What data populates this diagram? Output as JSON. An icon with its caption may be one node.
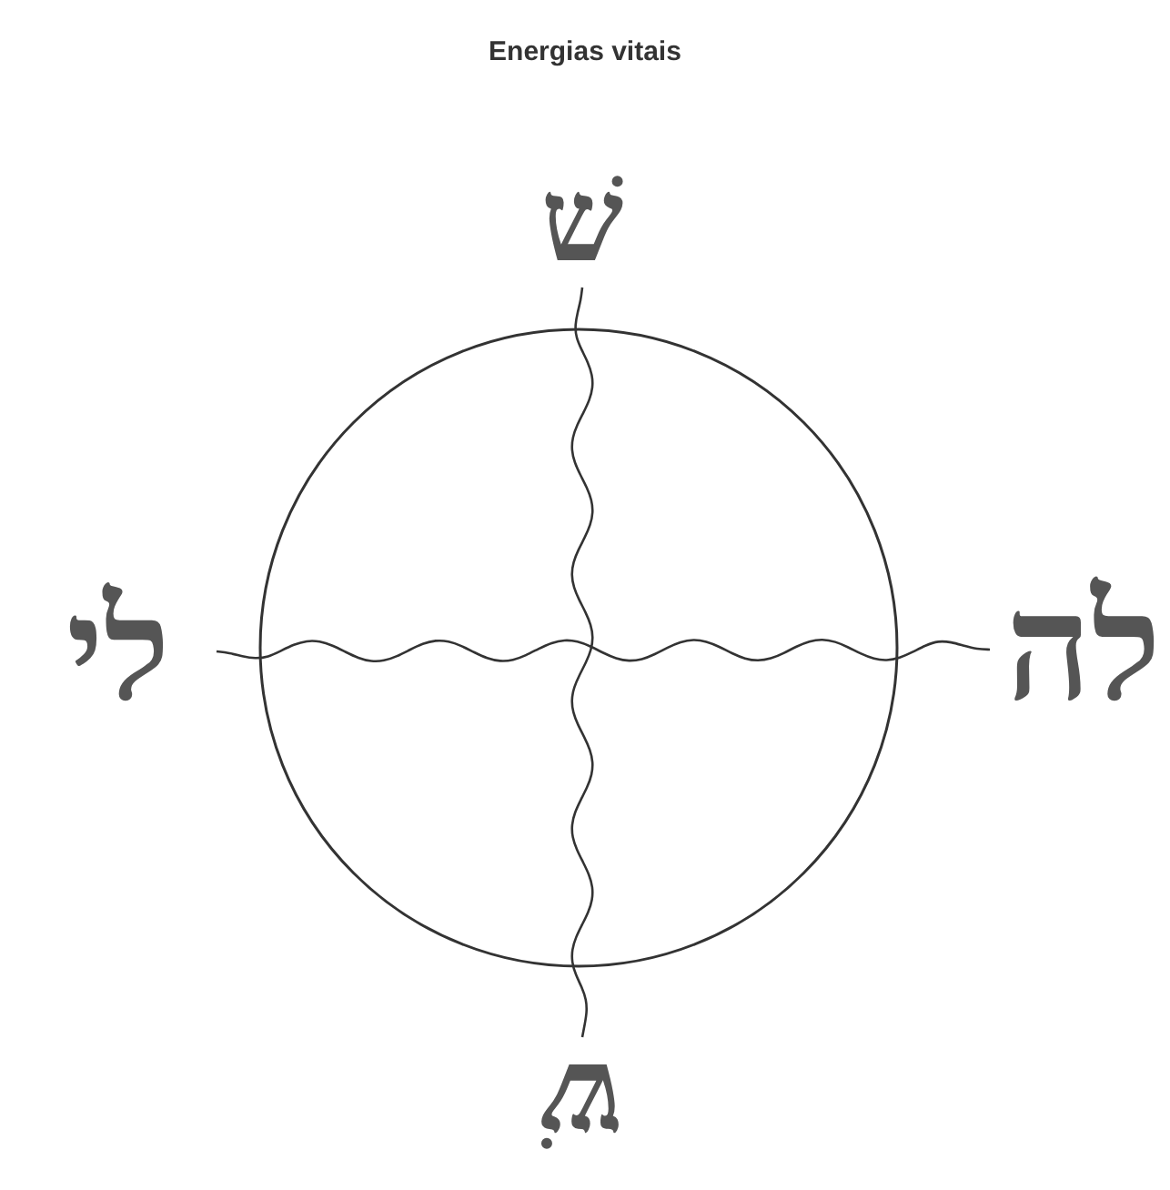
{
  "diagram": {
    "title": "Energias vitais",
    "nodes": [
      {
        "text": [
          "שׁ"
        ]
      },
      {
        "text": [
          "לי"
        ]
      },
      {
        "text": [
          "לה"
        ]
      },
      {
        "text": [
          "שׁ"
        ]
      }
    ],
    "edges": [
      {
        "from": 0,
        "to": 3,
        "arrow": "none"
      },
      {
        "from": 1,
        "to": 2,
        "arrow": "none"
      }
    ]
  }
}
